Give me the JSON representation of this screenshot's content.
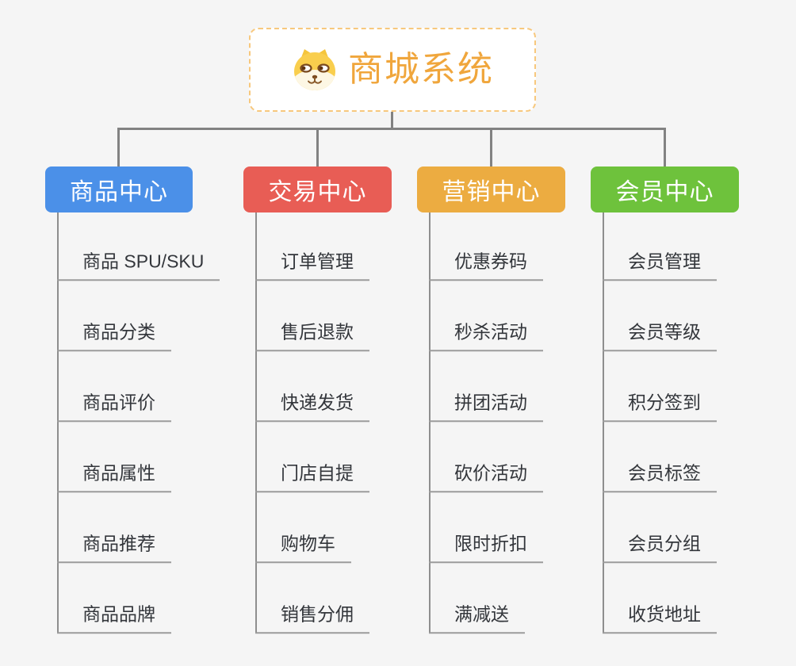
{
  "root": {
    "title": "商城系统",
    "icon": "shiba-dog-icon",
    "accent_color": "#f0a63c",
    "border_color": "#f7c87d"
  },
  "branches": [
    {
      "label": "商品中心",
      "color": "#4b90e8",
      "items": [
        "商品 SPU/SKU",
        "商品分类",
        "商品评价",
        "商品属性",
        "商品推荐",
        "商品品牌"
      ]
    },
    {
      "label": "交易中心",
      "color": "#e85d55",
      "items": [
        "订单管理",
        "售后退款",
        "快递发货",
        "门店自提",
        "购物车",
        "销售分佣"
      ]
    },
    {
      "label": "营销中心",
      "color": "#ecac41",
      "items": [
        "优惠券码",
        "秒杀活动",
        "拼团活动",
        "砍价活动",
        "限时折扣",
        "满减送"
      ]
    },
    {
      "label": "会员中心",
      "color": "#6ec23c",
      "items": [
        "会员管理",
        "会员等级",
        "积分签到",
        "会员标签",
        "会员分组",
        "收货地址"
      ]
    }
  ],
  "connector_color": "#828282",
  "background_color": "#f5f5f5"
}
